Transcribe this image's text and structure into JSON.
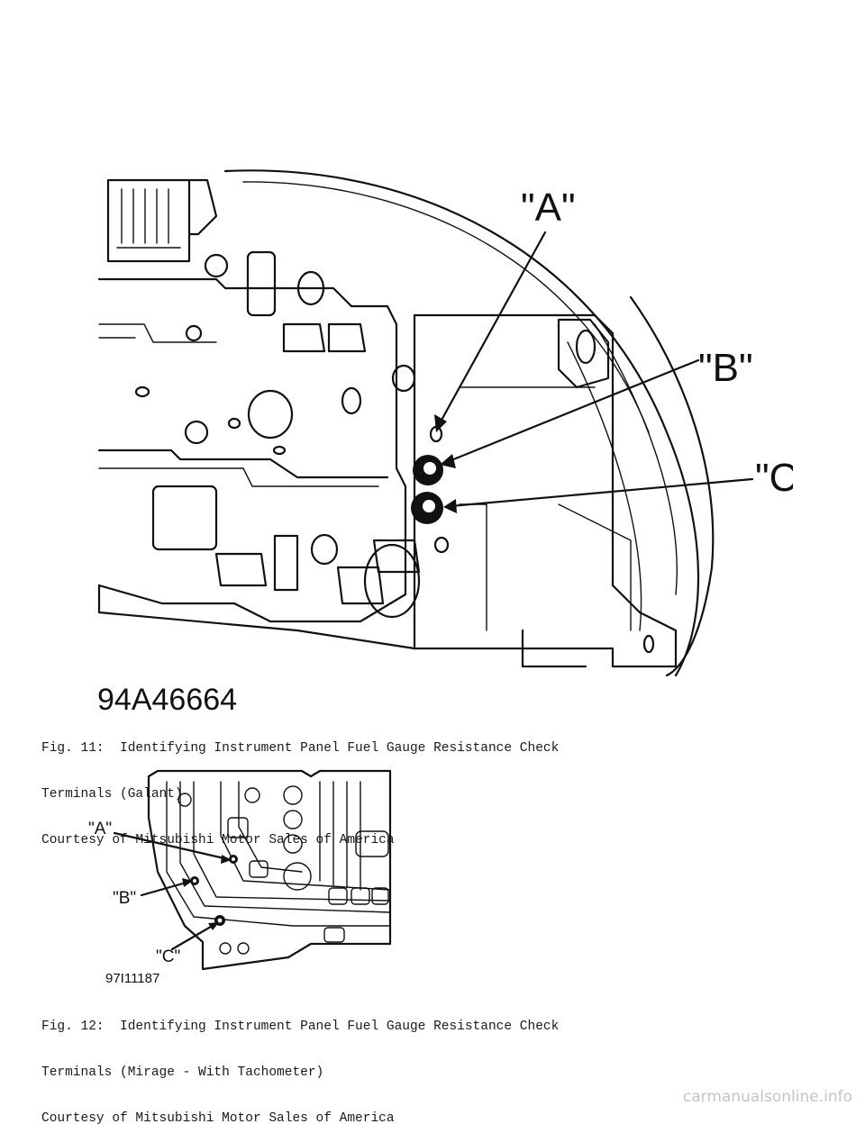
{
  "figure_11": {
    "image_id": "94A46664",
    "callouts": {
      "a": "\"A\"",
      "b": "\"B\"",
      "c": "\"C\""
    },
    "caption": {
      "line1": "Fig. 11:  Identifying Instrument Panel Fuel Gauge Resistance Check",
      "line2": "Terminals (Galant)",
      "line3": "Courtesy of Mitsubishi Motor Sales of America"
    }
  },
  "figure_12": {
    "image_id": "97I11187",
    "callouts": {
      "a": "\"A\"",
      "b": "\"B\"",
      "c": "\"C\""
    },
    "caption": {
      "line1": "Fig. 12:  Identifying Instrument Panel Fuel Gauge Resistance Check",
      "line2": "Terminals (Mirage - With Tachometer)",
      "line3": "Courtesy of Mitsubishi Motor Sales of America"
    }
  },
  "watermark": "carmanualsonline.info"
}
